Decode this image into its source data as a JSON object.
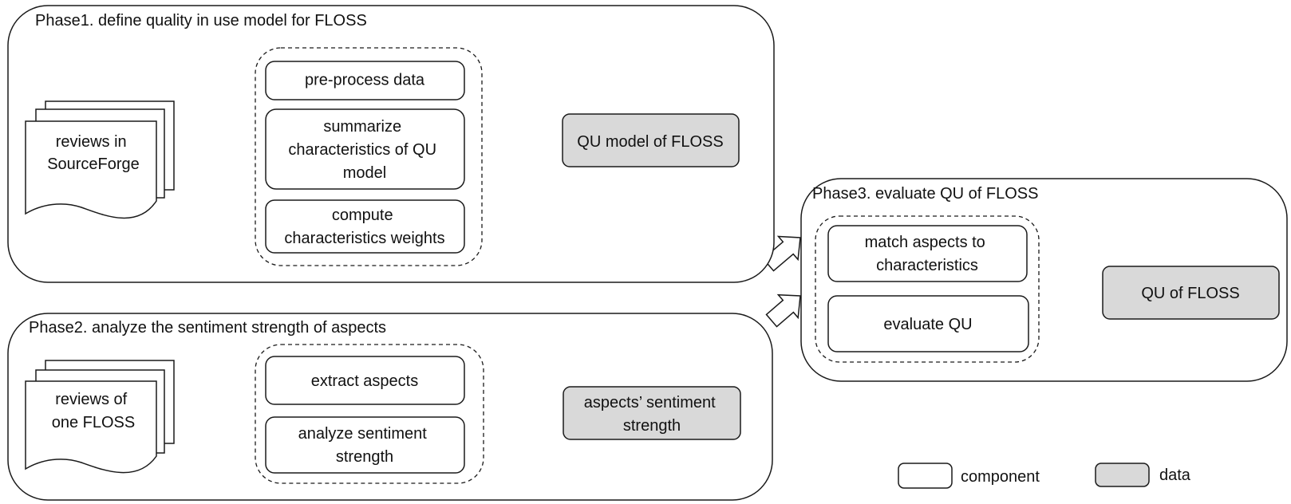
{
  "colors": {
    "line": "#1a1a1a",
    "component_fill": "#ffffff",
    "data_fill": "#d9d9d9"
  },
  "phase1": {
    "title": "Phase1. define quality in use model for FLOSS",
    "input_doc": [
      "reviews in",
      "SourceForge"
    ],
    "steps": [
      [
        "pre-process data"
      ],
      [
        "summarize",
        "characteristics of QU",
        "model"
      ],
      [
        "compute",
        "characteristics weights"
      ]
    ],
    "output": [
      "QU model of FLOSS"
    ]
  },
  "phase2": {
    "title": "Phase2. analyze the sentiment strength of aspects",
    "input_doc": [
      "reviews of",
      "one FLOSS"
    ],
    "steps": [
      [
        "extract aspects"
      ],
      [
        "analyze sentiment",
        "strength"
      ]
    ],
    "output": [
      "aspects’ sentiment",
      "strength"
    ]
  },
  "phase3": {
    "title": "Phase3. evaluate QU of FLOSS",
    "steps": [
      [
        "match aspects to",
        "characteristics"
      ],
      [
        "evaluate QU"
      ]
    ],
    "output": [
      "QU of FLOSS"
    ]
  },
  "legend": {
    "component_label": "component",
    "data_label": "data"
  }
}
